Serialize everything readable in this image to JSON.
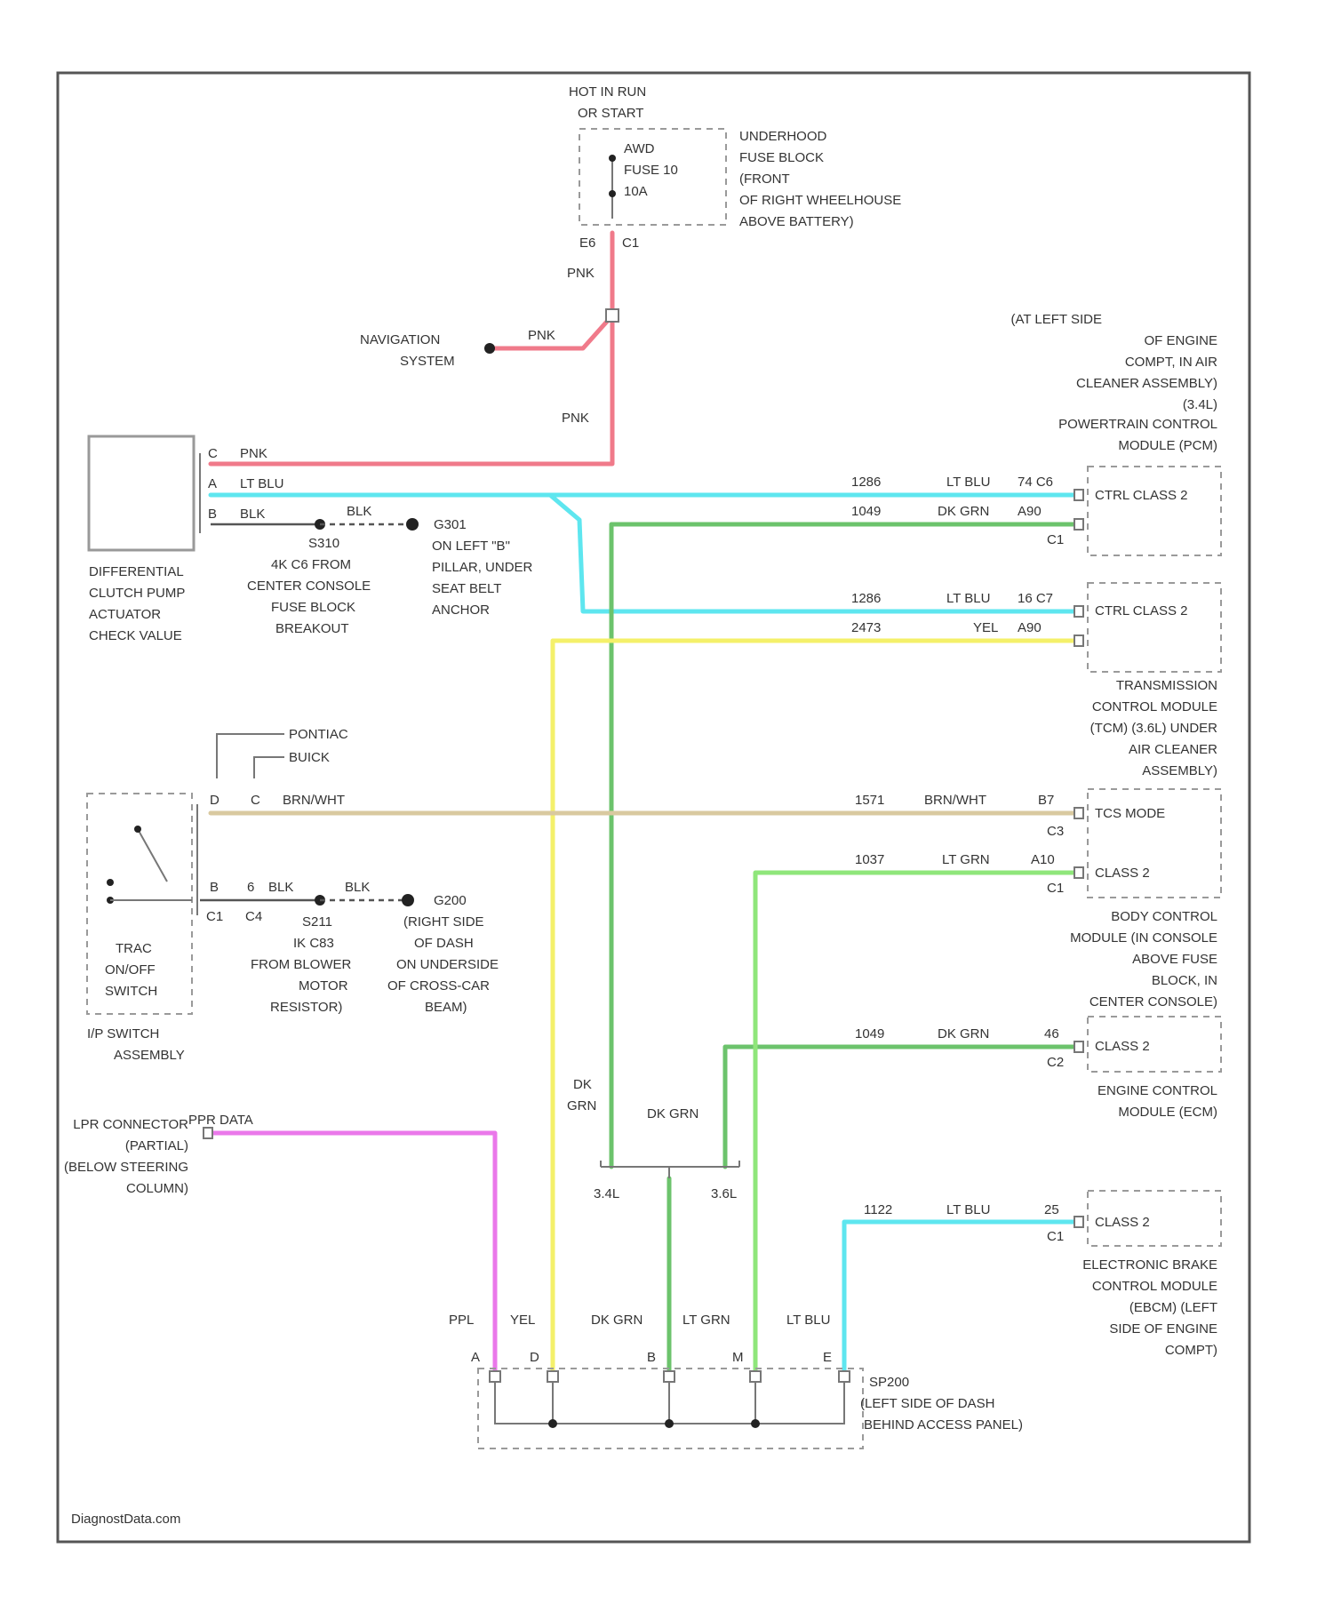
{
  "colors": {
    "pink": "#f07a8a",
    "light_blue": "#5ee6ef",
    "dark_green": "#6cc36c",
    "light_green": "#8fe67a",
    "yellow": "#f4f06a",
    "tan": "#d9c9a0",
    "purple": "#ea78ea"
  },
  "power": {
    "title_lines": [
      "HOT IN RUN",
      "OR START"
    ],
    "fuse_lines": [
      "AWD",
      "FUSE 10",
      "10A"
    ],
    "block_lines": [
      "UNDERHOOD",
      "FUSE BLOCK",
      "(FRONT",
      "OF RIGHT WHEELHOUSE",
      "ABOVE BATTERY)"
    ],
    "pin": "E6",
    "connector": "C1",
    "wire": "PNK"
  },
  "navigation": {
    "lines": [
      "NAVIGATION",
      "SYSTEM"
    ],
    "wire": "PNK"
  },
  "actuator": {
    "lines": [
      "DIFFERENTIAL",
      "CLUTCH PUMP",
      "ACTUATOR",
      "CHECK VALUE"
    ],
    "pins": [
      "C",
      "A",
      "B"
    ],
    "wires": [
      "PNK",
      "LT BLU",
      "BLK"
    ]
  },
  "splice_s1": {
    "lines": [
      "S310",
      "4K C6 FROM",
      "CENTER CONSOLE",
      "FUSE BLOCK",
      "BREAKOUT"
    ],
    "wire": "BLK"
  },
  "ground_g1": {
    "lines": [
      "G301",
      "ON LEFT \"B\"",
      "PILLAR, UNDER",
      "SEAT BELT",
      "ANCHOR"
    ]
  },
  "pcm": {
    "location_lines": [
      "(AT LEFT SIDE",
      "OF ENGINE",
      "COMPT, IN AIR",
      "CLEANER ASSEMBLY)",
      "(3.4L)"
    ],
    "name_lines": [
      "POWERTRAIN CONTROL",
      "MODULE (PCM)"
    ],
    "inner": "CTRL CLASS 2",
    "connector": "C1",
    "rows": [
      {
        "circuit": "1286",
        "color": "LT BLU",
        "pin": "74 C6"
      },
      {
        "circuit": "1049",
        "color": "DK GRN",
        "pin": "A90"
      }
    ]
  },
  "tcm": {
    "inner": "CTRL CLASS 2",
    "name_lines": [
      "TRANSMISSION",
      "CONTROL MODULE",
      "(TCM) (3.6L) UNDER",
      "AIR CLEANER",
      "ASSEMBLY)"
    ],
    "rows": [
      {
        "circuit": "1286",
        "color": "LT BLU",
        "pin": "16 C7"
      },
      {
        "circuit": "2473",
        "color": "YEL",
        "pin": "A90"
      }
    ]
  },
  "bcm": {
    "tcs_label": "TCS MODE",
    "class2_label": "CLASS 2",
    "tcs_row": {
      "circuit": "1571",
      "color": "BRN/WHT",
      "pin": "B7",
      "connector": "C3"
    },
    "class2_row": {
      "circuit": "1037",
      "color": "LT GRN",
      "pin": "A10",
      "connector": "C1"
    },
    "name_lines": [
      "BODY CONTROL",
      "MODULE (IN CONSOLE",
      "ABOVE FUSE",
      "BLOCK, IN",
      "CENTER CONSOLE)"
    ]
  },
  "switch_area": {
    "options": [
      "PONTIAC",
      "BUICK"
    ],
    "pins": [
      "D",
      "C"
    ],
    "wire": "BRN/WHT",
    "lines": [
      "TRAC",
      "ON/OFF",
      "SWITCH"
    ],
    "assembly_lines": [
      "I/P SWITCH",
      "ASSEMBLY"
    ],
    "gnd_pins": [
      "B",
      "6"
    ],
    "gnd_conns": [
      "C1",
      "C4"
    ],
    "gnd_wire": "BLK",
    "gnd_wire2": "BLK"
  },
  "splice_s2": {
    "lines": [
      "S211",
      "IK C83",
      "FROM BLOWER",
      "MOTOR",
      "RESISTOR)"
    ]
  },
  "ground_g2": {
    "lines": [
      "G200",
      "(RIGHT SIDE",
      "OF DASH",
      "ON UNDERSIDE",
      "OF CROSS-CAR",
      "BEAM)"
    ]
  },
  "ecm": {
    "inner": "CLASS 2",
    "row": {
      "circuit": "1049",
      "color": "DK GRN",
      "pin": "46",
      "connector": "C2"
    },
    "name_lines": [
      "ENGINE CONTROL",
      "MODULE (ECM)"
    ]
  },
  "ebcm": {
    "inner": "CLASS 2",
    "row": {
      "circuit": "1122",
      "color": "LT BLU",
      "pin": "25",
      "connector": "C1"
    },
    "name_lines": [
      "ELECTRONIC BRAKE",
      "CONTROL MODULE",
      "(EBCM) (LEFT",
      "SIDE OF ENGINE",
      "COMPT)"
    ]
  },
  "dlc": {
    "lines": [
      "LPR CONNECTOR",
      "(PARTIAL)",
      "(BELOW STEERING",
      "COLUMN)"
    ],
    "wire": "PPR DATA"
  },
  "option": {
    "left": "3.4L",
    "right": "3.6L",
    "wire_left_lines": [
      "DK",
      "GRN"
    ],
    "wire_right": "DK GRN"
  },
  "star": {
    "wires": [
      "PPL",
      "YEL",
      "DK GRN",
      "LT GRN",
      "LT BLU"
    ],
    "pins": [
      "A",
      "D",
      "B",
      "M",
      "E"
    ],
    "lines": [
      "SP200",
      "(LEFT SIDE OF DASH",
      "BEHIND ACCESS PANEL)"
    ]
  },
  "watermark": "DiagnostData.com"
}
